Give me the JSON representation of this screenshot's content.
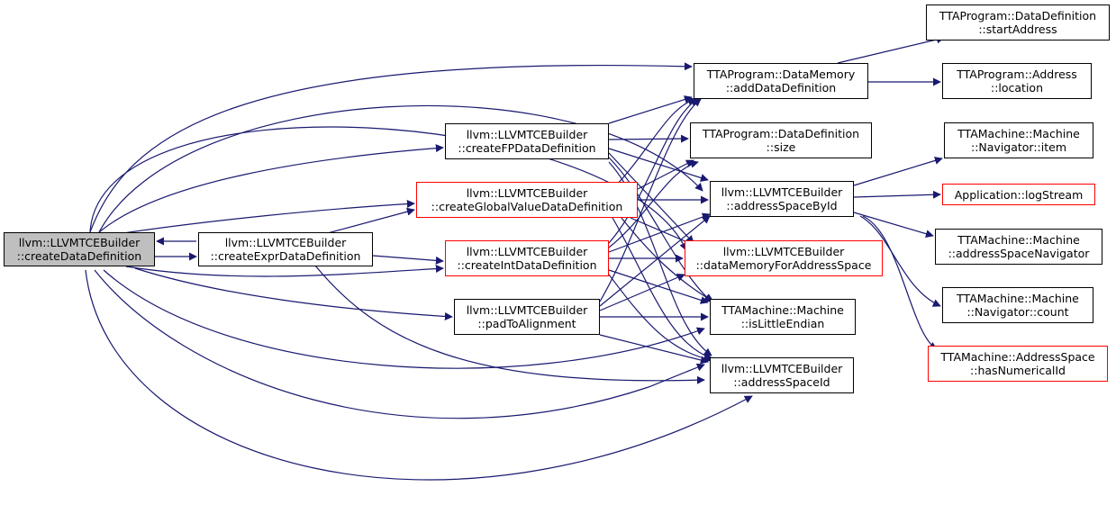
{
  "colors": {
    "edge": "#191970",
    "border": "#000000",
    "border_link": "#ff0000",
    "focus_fill": "#bfbfbf"
  },
  "nodes": {
    "createDataDefinition": {
      "l1": "llvm::LLVMTCEBuilder",
      "l2": "::createDataDefinition"
    },
    "createExprDataDefinition": {
      "l1": "llvm::LLVMTCEBuilder",
      "l2": "::createExprDataDefinition"
    },
    "createFPDataDefinition": {
      "l1": "llvm::LLVMTCEBuilder",
      "l2": "::createFPDataDefinition"
    },
    "createGlobalValueDataDefinition": {
      "l1": "llvm::LLVMTCEBuilder",
      "l2": "::createGlobalValueDataDefinition"
    },
    "createIntDataDefinition": {
      "l1": "llvm::LLVMTCEBuilder",
      "l2": "::createIntDataDefinition"
    },
    "padToAlignment": {
      "l1": "llvm::LLVMTCEBuilder",
      "l2": "::padToAlignment"
    },
    "addDataDefinition": {
      "l1": "TTAProgram::DataMemory",
      "l2": "::addDataDefinition"
    },
    "size": {
      "l1": "TTAProgram::DataDefinition",
      "l2": "::size"
    },
    "addressSpaceById": {
      "l1": "llvm::LLVMTCEBuilder",
      "l2": "::addressSpaceById"
    },
    "dataMemoryForAddressSpace": {
      "l1": "llvm::LLVMTCEBuilder",
      "l2": "::dataMemoryForAddressSpace"
    },
    "isLittleEndian": {
      "l1": "TTAMachine::Machine",
      "l2": "::isLittleEndian"
    },
    "addressSpaceId": {
      "l1": "llvm::LLVMTCEBuilder",
      "l2": "::addressSpaceId"
    },
    "startAddress": {
      "l1": "TTAProgram::DataDefinition",
      "l2": "::startAddress"
    },
    "location": {
      "l1": "TTAProgram::Address",
      "l2": "::location"
    },
    "navItem": {
      "l1": "TTAMachine::Machine",
      "l2": "::Navigator::item"
    },
    "logStream": {
      "l1": "Application::logStream",
      "l2": ""
    },
    "addressSpaceNavigator": {
      "l1": "TTAMachine::Machine",
      "l2": "::addressSpaceNavigator"
    },
    "navCount": {
      "l1": "TTAMachine::Machine",
      "l2": "::Navigator::count"
    },
    "hasNumericalId": {
      "l1": "TTAMachine::AddressSpace",
      "l2": "::hasNumericalId"
    }
  }
}
